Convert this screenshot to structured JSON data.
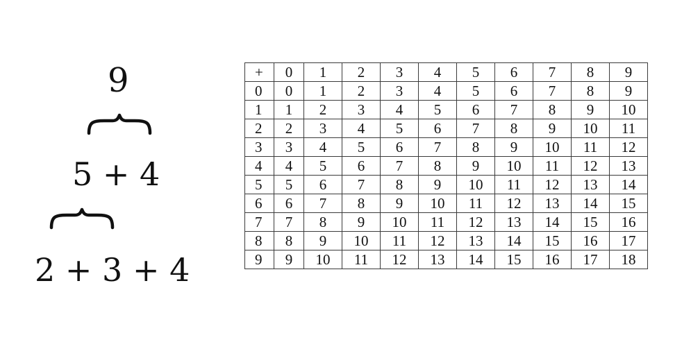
{
  "left_diagram": {
    "top_result": "9",
    "middle_expression": "5 + 4",
    "bottom_expression": "2 + 3 + 4"
  },
  "addition_table": {
    "rows": [
      [
        "+",
        "0",
        "1",
        "2",
        "3",
        "4",
        "5",
        "6",
        "7",
        "8",
        "9"
      ],
      [
        "0",
        "0",
        "1",
        "2",
        "3",
        "4",
        "5",
        "6",
        "7",
        "8",
        "9"
      ],
      [
        "1",
        "1",
        "2",
        "3",
        "4",
        "5",
        "6",
        "7",
        "8",
        "9",
        "10"
      ],
      [
        "2",
        "2",
        "3",
        "4",
        "5",
        "6",
        "7",
        "8",
        "9",
        "10",
        "11"
      ],
      [
        "3",
        "3",
        "4",
        "5",
        "6",
        "7",
        "8",
        "9",
        "10",
        "11",
        "12"
      ],
      [
        "4",
        "4",
        "5",
        "6",
        "7",
        "8",
        "9",
        "10",
        "11",
        "12",
        "13"
      ],
      [
        "5",
        "5",
        "6",
        "7",
        "8",
        "9",
        "10",
        "11",
        "12",
        "13",
        "14"
      ],
      [
        "6",
        "6",
        "7",
        "8",
        "9",
        "10",
        "11",
        "12",
        "13",
        "14",
        "15"
      ],
      [
        "7",
        "7",
        "8",
        "9",
        "10",
        "11",
        "12",
        "13",
        "14",
        "15",
        "16"
      ],
      [
        "8",
        "8",
        "9",
        "10",
        "11",
        "12",
        "13",
        "14",
        "15",
        "16",
        "17"
      ],
      [
        "9",
        "9",
        "10",
        "11",
        "12",
        "13",
        "14",
        "15",
        "16",
        "17",
        "18"
      ]
    ]
  }
}
